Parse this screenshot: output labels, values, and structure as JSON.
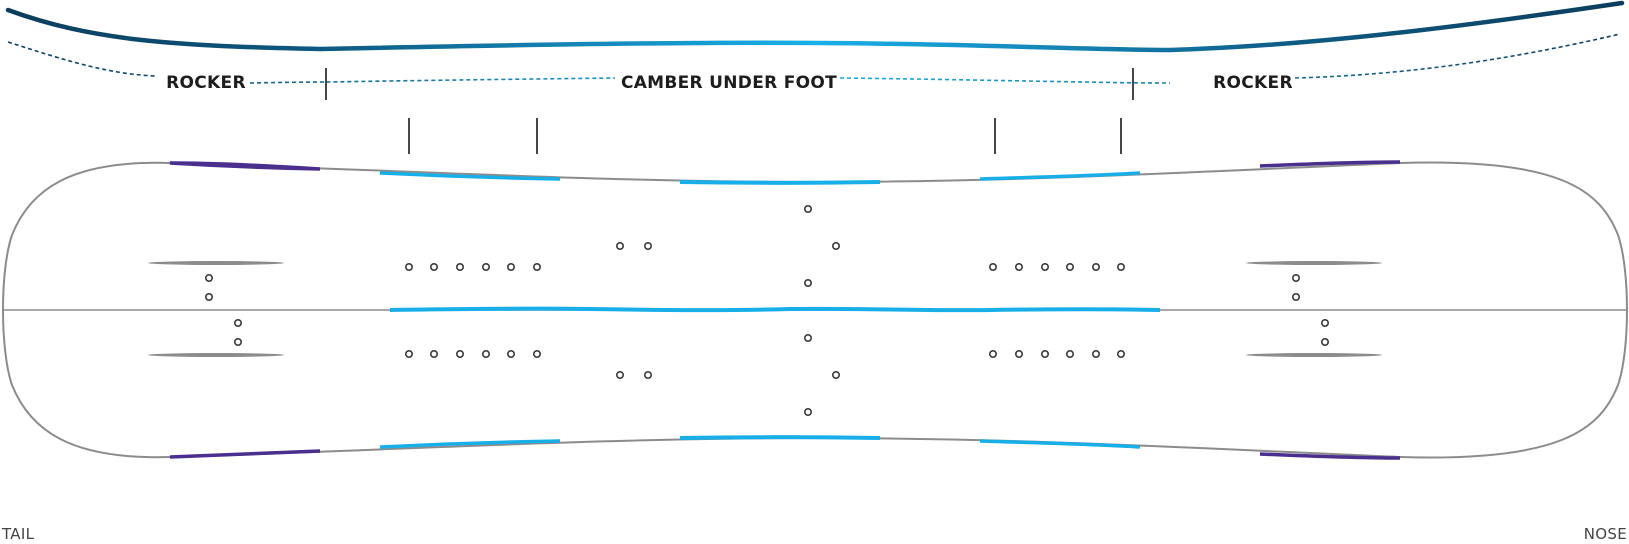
{
  "profile": {
    "labels": {
      "rocker_tail": "ROCKER",
      "camber": "CAMBER UNDER FOOT",
      "rocker_nose": "ROCKER"
    }
  },
  "board_ends": {
    "tail": "TAIL",
    "nose": "NOSE"
  },
  "colors": {
    "profile_dark": "#0b3d5c",
    "profile_light": "#1aa6e0",
    "sidecut_blue": "#18aee8",
    "sidecut_purple": "#4a2f8f",
    "outline": "#8c8c8c"
  }
}
